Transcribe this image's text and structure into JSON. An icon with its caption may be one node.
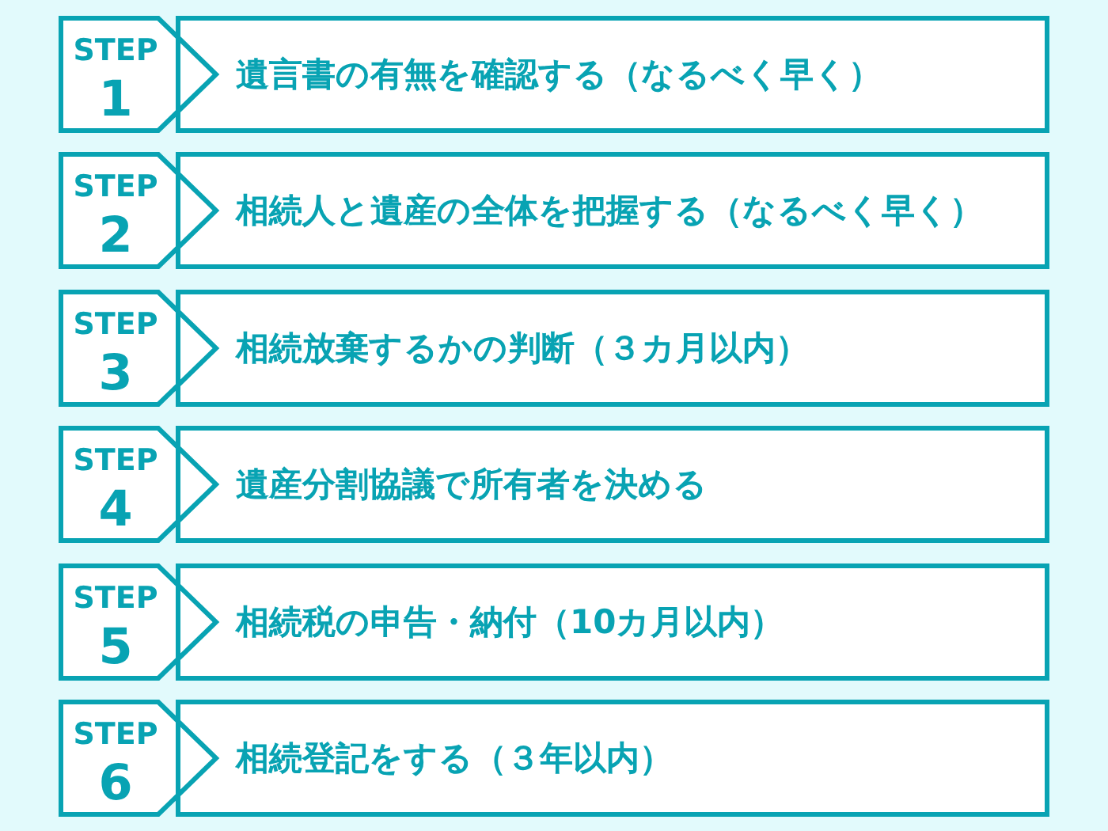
{
  "diagram": {
    "nodes": [
      {
        "text": [
          "STEP",
          "1"
        ]
      },
      {
        "text": [
          "遺言書の有無を確認する（なるべく早く）"
        ]
      },
      {
        "text": [
          "STEP",
          "2"
        ]
      },
      {
        "text": [
          "相続人と遺産の全体を把握する（なるべく早く）"
        ]
      },
      {
        "text": [
          "STEP",
          "3"
        ]
      },
      {
        "text": [
          "相続放棄するかの判断（３カ月以内）"
        ]
      },
      {
        "text": [
          "STEP",
          "4"
        ]
      },
      {
        "text": [
          "遺産分割協議で所有者を決める"
        ]
      },
      {
        "text": [
          "STEP",
          "5"
        ]
      },
      {
        "text": [
          "相続税の申告・納付（10カ月以内）"
        ]
      },
      {
        "text": [
          "STEP",
          "6"
        ]
      },
      {
        "text": [
          "相続登記をする（３年以内）"
        ]
      }
    ]
  }
}
